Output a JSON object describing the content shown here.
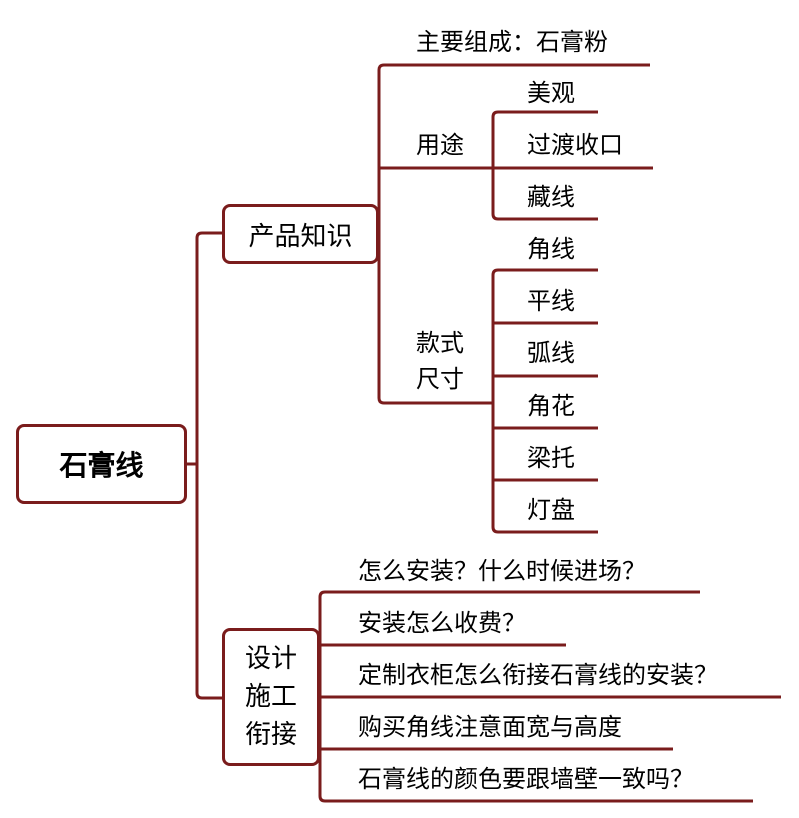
{
  "root": "石膏线",
  "branches": [
    {
      "label": "产品知识",
      "children": [
        {
          "label": "主要组成：石膏粉"
        },
        {
          "label": "用途",
          "children": [
            "美观",
            "过渡收口",
            "藏线"
          ]
        },
        {
          "label": "款式\n尺寸",
          "children": [
            "角线",
            "平线",
            "弧线",
            "角花",
            "梁托",
            "灯盘"
          ]
        }
      ]
    },
    {
      "label": "设计\n施工\n衔接",
      "children": [
        "怎么安装？什么时候进场？",
        "安装怎么收费？",
        "定制衣柜怎么衔接石膏线的安装？",
        "购买角线注意面宽与高度",
        "石膏线的颜色要跟墙壁一致吗？"
      ]
    }
  ],
  "colors": {
    "line": "#7a1c1c",
    "text": "#000000",
    "background": "#ffffff"
  }
}
